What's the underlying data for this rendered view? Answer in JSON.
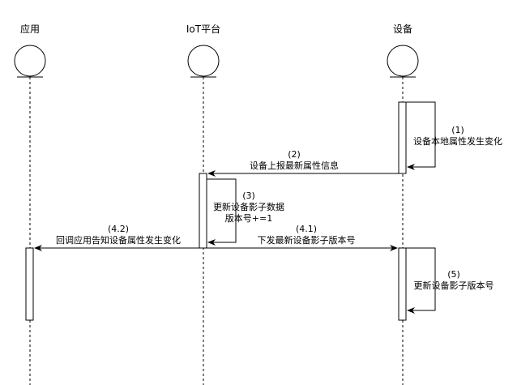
{
  "participants": [
    {
      "id": "app",
      "label": "应用"
    },
    {
      "id": "iot",
      "label": "IoT平台"
    },
    {
      "id": "device",
      "label": "设备"
    }
  ],
  "messages": [
    {
      "id": "m1",
      "lines": [
        "(1)",
        "设备本地属性发生变化"
      ]
    },
    {
      "id": "m2",
      "lines": [
        "(2)",
        "设备上报最新属性信息"
      ]
    },
    {
      "id": "m3",
      "lines": [
        "(3)",
        "更新设备影子数据",
        "版本号+=1"
      ]
    },
    {
      "id": "m41",
      "lines": [
        "(4.1)",
        "下发最新设备影子版本号"
      ]
    },
    {
      "id": "m42",
      "lines": [
        "(4.2)",
        "回调应用告知设备属性发生变化"
      ]
    },
    {
      "id": "m5",
      "lines": [
        "(5)",
        "更新设备影子版本号"
      ]
    }
  ]
}
